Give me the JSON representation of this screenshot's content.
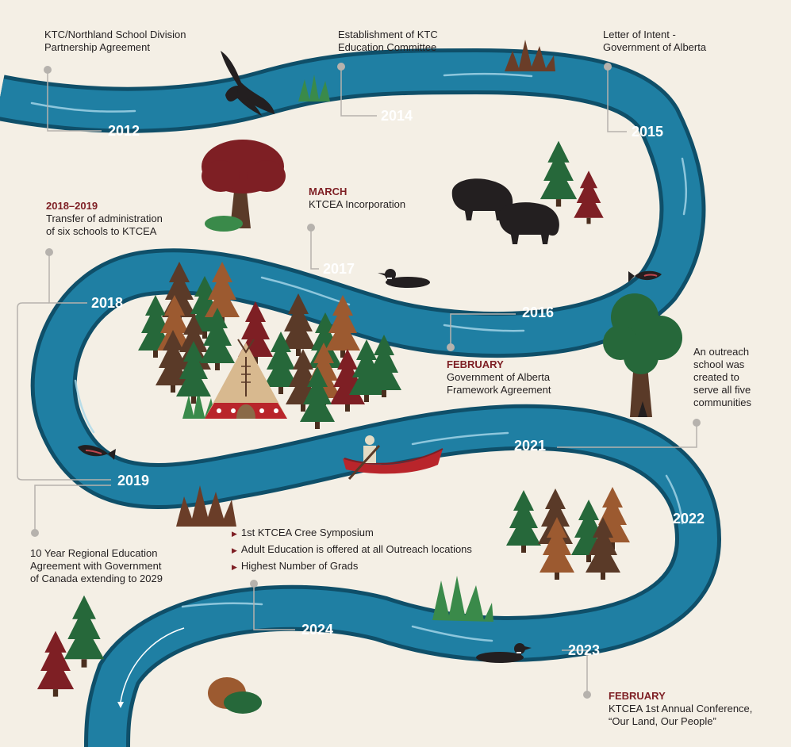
{
  "colors": {
    "background": "#f4efe5",
    "river": "#1f7fa3",
    "river_edge": "#0f4f69",
    "accent_red": "#7e1f24",
    "connector": "#b6b2ad"
  },
  "milestones": {
    "m2012": {
      "year": "2012",
      "lines": [
        "KTC/Northland School Division",
        "Partnership Agreement"
      ]
    },
    "m2014": {
      "year": "2014",
      "lines": [
        "Establishment of KTC",
        "Education Committee"
      ]
    },
    "m2015": {
      "year": "2015",
      "lines": [
        "Letter of Intent -",
        "Government of Alberta"
      ]
    },
    "m2017": {
      "year": "2017",
      "highlight": "MARCH",
      "lines": [
        "KTCEA Incorporation"
      ]
    },
    "m2016": {
      "year": "2016",
      "highlight": "FEBRUARY",
      "lines": [
        "Government of Alberta",
        "Framework Agreement"
      ]
    },
    "m2018": {
      "year": "2018",
      "highlight": "2018–2019",
      "lines": [
        "Transfer of administration",
        "of six schools to KTCEA"
      ]
    },
    "m2019": {
      "year": "2019"
    },
    "m2021": {
      "year": "2021",
      "lines": [
        "An outreach",
        "school was",
        "created to",
        "serve all five",
        "communities"
      ]
    },
    "m2022": {
      "year": "2022"
    },
    "m2024": {
      "year": "2024",
      "lines": [
        "10 Year Regional Education",
        "Agreement with Government",
        "of Canada extending to 2029"
      ]
    },
    "m2023": {
      "year": "2023",
      "highlight": "FEBRUARY",
      "lines": [
        "KTCEA 1st Annual Conference,",
        "“Our Land, Our People”"
      ]
    }
  },
  "bullets": [
    "1st KTCEA Cree Symposium",
    "Adult Education is offered at all Outreach locations",
    "Highest Number of Grads"
  ],
  "icons": [
    "eagle-icon",
    "bison-icon",
    "loon-icon",
    "fish-icon",
    "canoe-icon",
    "teepee-icon",
    "tree-icon",
    "pine-tree-icon",
    "grass-icon",
    "bush-icon",
    "flow-arrow-icon"
  ]
}
